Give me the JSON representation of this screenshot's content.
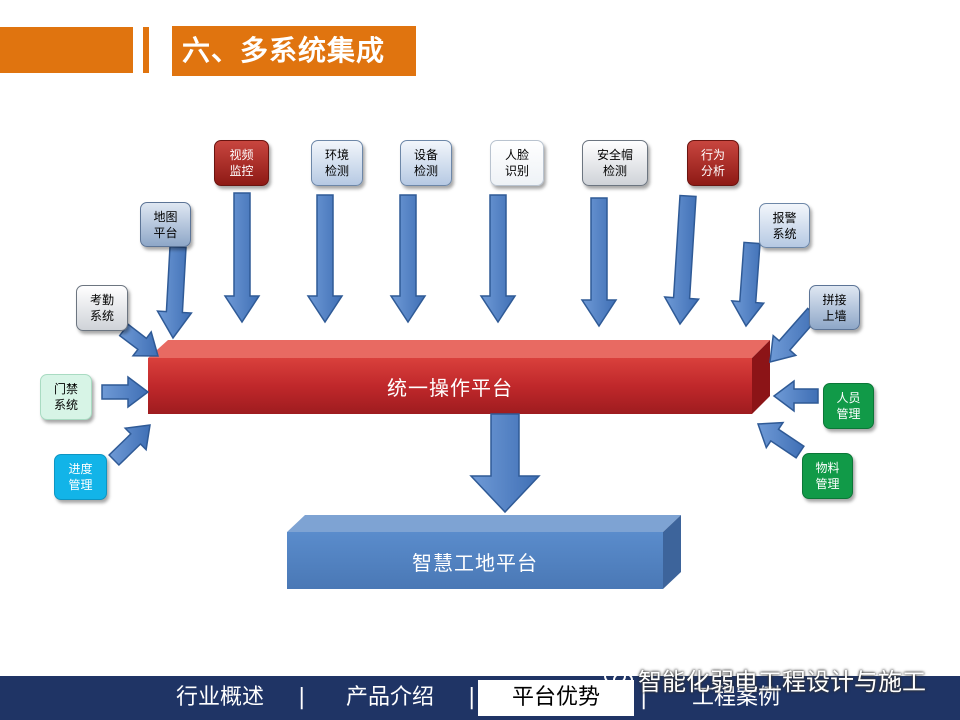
{
  "header": {
    "title": "六、多系统集成"
  },
  "nodes": {
    "video": [
      "视频",
      "监控"
    ],
    "env": [
      "环境",
      "检测"
    ],
    "device": [
      "设备",
      "检测"
    ],
    "face": [
      "人脸",
      "识别"
    ],
    "helmet": [
      "安全帽",
      "检测"
    ],
    "behavior": [
      "行为",
      "分析"
    ],
    "map": [
      "地图",
      "平台"
    ],
    "alarm": [
      "报警",
      "系统"
    ],
    "attendance": [
      "考勤",
      "系统"
    ],
    "splice": [
      "拼接",
      "上墙"
    ],
    "access": [
      "门禁",
      "系统"
    ],
    "personnel": [
      "人员",
      "管理"
    ],
    "progress": [
      "进度",
      "管理"
    ],
    "material": [
      "物料",
      "管理"
    ]
  },
  "platform": {
    "unified": "统一操作平台",
    "smart_site": "智慧工地平台"
  },
  "nav": {
    "items": [
      "行业概述",
      "产品介绍",
      "平台优势",
      "工程案例"
    ],
    "separator": "|",
    "active_index": 2
  },
  "watermark": {
    "text": "智能化弱电工程设计与施工"
  },
  "colors": {
    "accent": "#e0740f",
    "platform_red": "#c0282b",
    "platform_blue": "#4f81bd",
    "arrow_blue": "#4a7ec3",
    "footer": "#1f3465"
  }
}
